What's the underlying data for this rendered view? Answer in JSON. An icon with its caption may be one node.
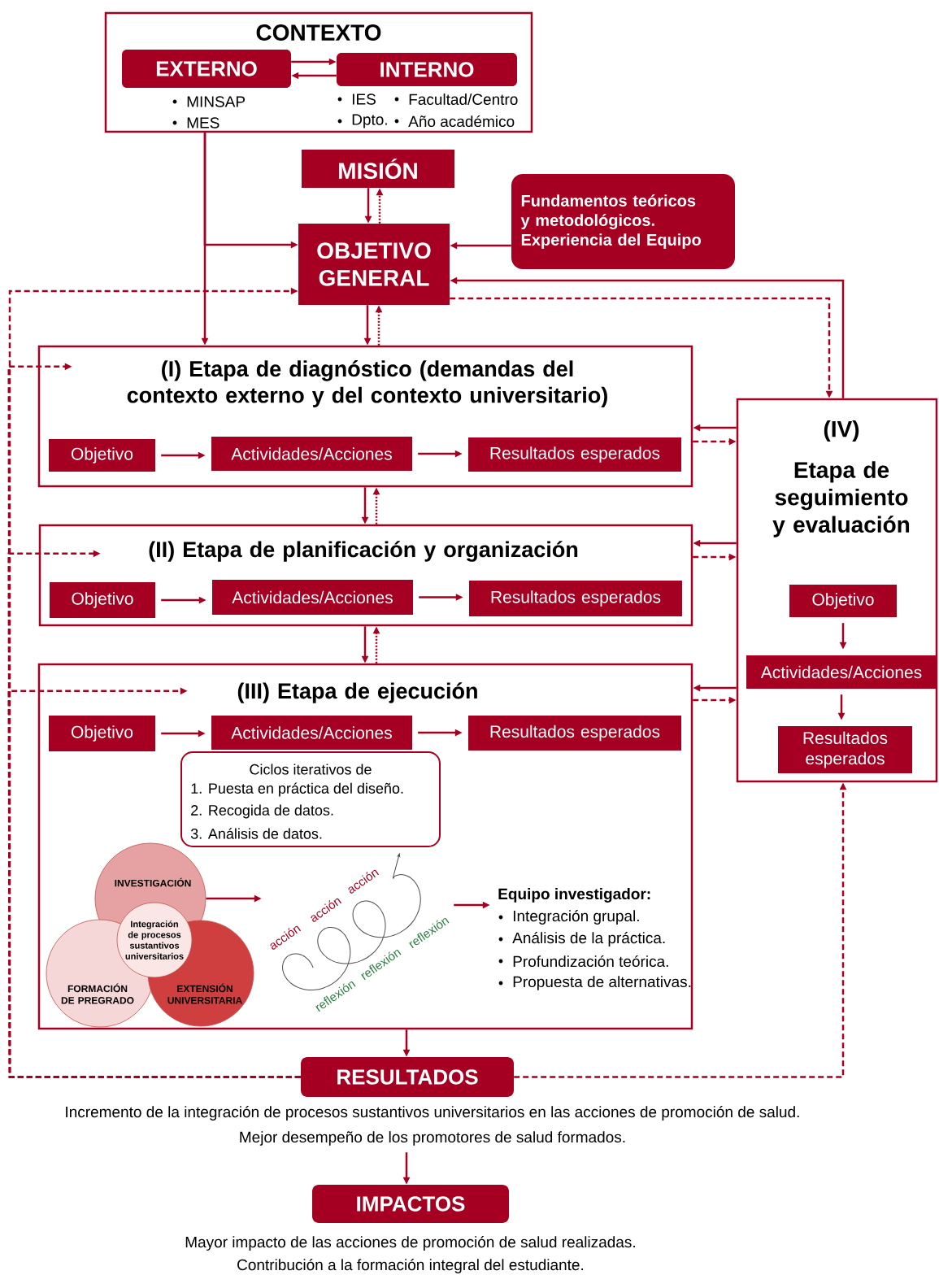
{
  "diagram": {
    "nodes": [
      {
        "text": [
          "CONTEXTO"
        ]
      },
      {
        "text": [
          "EXTERNO"
        ],
        "in": 0,
        "beside": [
          "MINSAP",
          "MES"
        ]
      },
      {
        "text": [
          "INTERNO"
        ],
        "in": 0,
        "beside": [
          "IES",
          "Facultad/Centro",
          "Dpto.",
          "Año académico"
        ]
      },
      {
        "text": [
          "MISIÓN"
        ]
      },
      {
        "text": [
          "OBJETIVO GENERAL"
        ]
      },
      {
        "text": [
          "Fundamentos teóricos y metodológicos. Experiencia del Equipo"
        ]
      },
      {
        "text": [
          "(I) Etapa de diagnóstico (demandas del contexto externo y del contexto universitario)"
        ]
      },
      {
        "text": [
          "Objetivo"
        ],
        "in": 6
      },
      {
        "text": [
          "Actividades/Acciones"
        ],
        "in": 6
      },
      {
        "text": [
          "Resultados esperados"
        ],
        "in": 6
      },
      {
        "text": [
          "(II) Etapa de planificación y organización"
        ]
      },
      {
        "text": [
          "Objetivo"
        ],
        "in": 10
      },
      {
        "text": [
          "Actividades/Acciones"
        ],
        "in": 10
      },
      {
        "text": [
          "Resultados esperados"
        ],
        "in": 10
      },
      {
        "text": [
          "(III) Etapa de ejecución"
        ]
      },
      {
        "text": [
          "Objetivo"
        ],
        "in": 14
      },
      {
        "text": [
          "Actividades/Acciones"
        ],
        "in": 14
      },
      {
        "text": [
          "Resultados esperados"
        ],
        "in": 14
      },
      {
        "text": [
          "Ciclos iterativos de",
          "1. Puesta en práctica del diseño.",
          "2. Recogida de datos.",
          "3. Análisis de datos."
        ],
        "in": 14
      },
      {
        "text": [
          "INVESTIGACIÓN"
        ],
        "in": 14
      },
      {
        "text": [
          "FORMACIÓN DE PREGRADO"
        ],
        "in": 14
      },
      {
        "text": [
          "EXTENSIÓN UNIVERSITARIA"
        ],
        "in": 14
      },
      {
        "text": [
          "Integración de procesos sustantivos universitarios"
        ],
        "in": 14
      },
      {
        "text": [
          "acción",
          "acción",
          "acción",
          "reflexión",
          "reflexión",
          "reflexión"
        ],
        "in": 14
      },
      {
        "text": [
          "Equipo investigador:",
          "Integración grupal.",
          "Análisis de la práctica.",
          "Profundización teórica.",
          "Propuesta de alternativas."
        ],
        "in": 14
      },
      {
        "text": [
          "(IV)",
          "Etapa de seguimiento y evaluación"
        ]
      },
      {
        "text": [
          "Objetivo"
        ],
        "in": 25
      },
      {
        "text": [
          "Actividades/Acciones"
        ],
        "in": 25
      },
      {
        "text": [
          "Resultados esperados"
        ],
        "in": 25
      },
      {
        "text": [
          "RESULTADOS"
        ],
        "beside": [
          "Incremento de la integración de procesos sustantivos universitarios en las acciones de promoción de salud.",
          "Mejor desempeño de los promotores de salud formados."
        ]
      },
      {
        "text": [
          "IMPACTOS"
        ],
        "beside": [
          "Mayor impacto de las acciones de promoción de salud realizadas.",
          "Contribución a la formación integral del estudiante."
        ]
      }
    ],
    "edges": [
      {
        "from": 1,
        "to": 2,
        "arrow": "to"
      },
      {
        "from": 2,
        "to": 1,
        "arrow": "to"
      },
      {
        "from": 0,
        "to": 4,
        "arrow": "to"
      },
      {
        "from": 0,
        "to": 6,
        "arrow": "to"
      },
      {
        "from": 3,
        "to": 4,
        "arrow": "to"
      },
      {
        "from": 4,
        "to": 3,
        "arrow": "to",
        "style": "dashed"
      },
      {
        "from": 5,
        "to": 4,
        "arrow": "to"
      },
      {
        "from": 4,
        "to": 6,
        "arrow": "to"
      },
      {
        "from": 6,
        "to": 4,
        "arrow": "to",
        "style": "dashed"
      },
      {
        "from": 6,
        "to": 10,
        "arrow": "to"
      },
      {
        "from": 10,
        "to": 6,
        "arrow": "to",
        "style": "dashed"
      },
      {
        "from": 10,
        "to": 14,
        "arrow": "to"
      },
      {
        "from": 14,
        "to": 10,
        "arrow": "to",
        "style": "dashed"
      },
      {
        "from": 25,
        "to": 4,
        "arrow": "to"
      },
      {
        "from": 4,
        "to": 25,
        "arrow": "to",
        "style": "dashed"
      },
      {
        "from": 25,
        "to": 6,
        "arrow": "to"
      },
      {
        "from": 6,
        "to": 25,
        "arrow": "to",
        "style": "dashed"
      },
      {
        "from": 25,
        "to": 10,
        "arrow": "to"
      },
      {
        "from": 10,
        "to": 25,
        "arrow": "to",
        "style": "dashed"
      },
      {
        "from": 25,
        "to": 14,
        "arrow": "to"
      },
      {
        "from": 14,
        "to": 25,
        "arrow": "to",
        "style": "dashed"
      },
      {
        "from": 7,
        "to": 8,
        "arrow": "to"
      },
      {
        "from": 8,
        "to": 9,
        "arrow": "to"
      },
      {
        "from": 11,
        "to": 12,
        "arrow": "to"
      },
      {
        "from": 12,
        "to": 13,
        "arrow": "to"
      },
      {
        "from": 15,
        "to": 16,
        "arrow": "to"
      },
      {
        "from": 16,
        "to": 17,
        "arrow": "to"
      },
      {
        "from": 26,
        "to": 27,
        "arrow": "to"
      },
      {
        "from": 27,
        "to": 28,
        "arrow": "to"
      },
      {
        "from": 14,
        "to": 29,
        "arrow": "to"
      },
      {
        "from": 29,
        "to": 4,
        "arrow": "to",
        "style": "dashed"
      },
      {
        "from": 29,
        "to": 6,
        "arrow": "to",
        "style": "dashed"
      },
      {
        "from": 29,
        "to": 10,
        "arrow": "to",
        "style": "dashed"
      },
      {
        "from": 29,
        "to": 14,
        "arrow": "to",
        "style": "dashed"
      },
      {
        "from": 29,
        "to": 25,
        "arrow": "to",
        "style": "dashed"
      },
      {
        "from": 29,
        "to": 30,
        "arrow": "to"
      },
      {
        "from": 19,
        "to": 23,
        "arrow": "to"
      },
      {
        "from": 23,
        "to": 24,
        "arrow": "to"
      }
    ]
  }
}
